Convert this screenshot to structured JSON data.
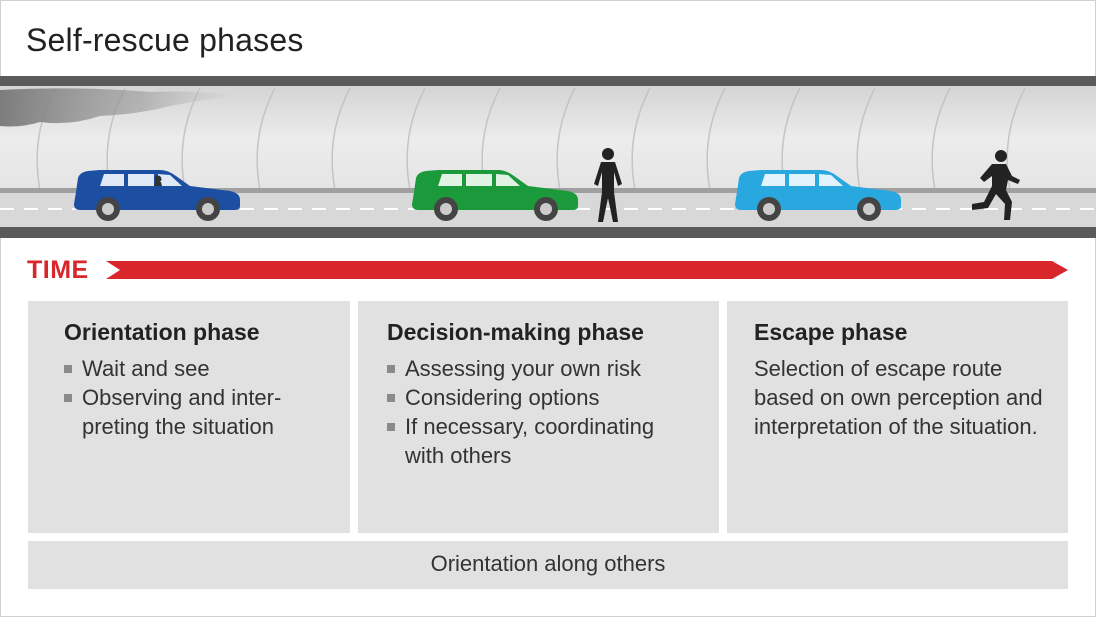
{
  "title": "Self-rescue phases",
  "timeline": {
    "label": "TIME",
    "arrow_color": "#d9262b"
  },
  "scene": {
    "cars": [
      {
        "color": "#1c4ea1",
        "description": "car-with-driver"
      },
      {
        "color": "#1a9a3a",
        "description": "car-person-standing"
      },
      {
        "color": "#29a8e0",
        "description": "car-person-running"
      }
    ],
    "icons": [
      "smoke-icon",
      "standing-person-icon",
      "running-person-icon"
    ]
  },
  "phases": [
    {
      "title": "Orientation phase",
      "bullets": [
        "Wait and see",
        "Observing and inter-\npreting the situation"
      ]
    },
    {
      "title": "Decision-making phase",
      "bullets": [
        "Assessing your own risk",
        "Considering options",
        "If necessary, coordinating with others"
      ]
    },
    {
      "title": "Escape phase",
      "text": "Selection of escape route based on own perception and interpretation of the situation."
    }
  ],
  "bottom_bar": "Orientation along others"
}
